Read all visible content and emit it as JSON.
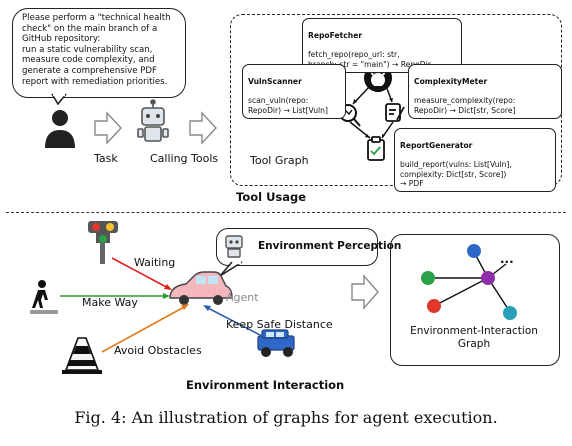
{
  "tool_usage": {
    "request_text": "Please perform a \"technical health\ncheck\" on the main branch of a\nGitHub repository:\nrun a static vulnerability scan,\nmeasure code complexity, and\ngenerate a comprehensive PDF\nreport with remediation priorities.",
    "task_label": "Task",
    "calling_tools_label": "Calling Tools",
    "tool_graph_label": "Tool Graph",
    "section_title": "Tool Usage",
    "tools": {
      "repo_fetcher": {
        "name": "RepoFetcher",
        "signature": "fetch_repo(repo_url: str,\nbranch: str = \"main\") → RepoDir"
      },
      "vuln_scanner": {
        "name": "VulnScanner",
        "signature": "scan_vuln(repo:\nRepoDir) → List[Vuln]"
      },
      "complexity_meter": {
        "name": "ComplexityMeter",
        "signature": "measure_complexity(repo:\nRepoDir) → Dict[str, Score]"
      },
      "report_generator": {
        "name": "ReportGenerator",
        "signature": "build_report(vulns: List[Vuln],\ncomplexity: Dict[str, Score])\n→ PDF"
      }
    }
  },
  "environment": {
    "perception_label": "Environment Perception",
    "waiting_label": "Waiting",
    "make_way_label": "Make Way",
    "agent_label": "Agent",
    "keep_safe_label": "Keep Safe Distance",
    "avoid_label": "Avoid Obstacles",
    "eig_label": "Environment-Interaction\nGraph",
    "ellipsis": "...",
    "section_title": "Environment Interaction"
  },
  "caption": "Fig. 4: An illustration of graphs for agent execution.",
  "colors": {
    "waiting_arrow": "#e02020",
    "make_way_arrow": "#2e9a2e",
    "avoid_arrow": "#e07a1a",
    "keep_safe_arrow": "#2a5fb0",
    "node_purple": "#8e2fa8",
    "node_blue": "#2f68c8",
    "node_green": "#2aa24a",
    "node_red": "#e0392c",
    "node_cyan": "#2aa0b8"
  }
}
